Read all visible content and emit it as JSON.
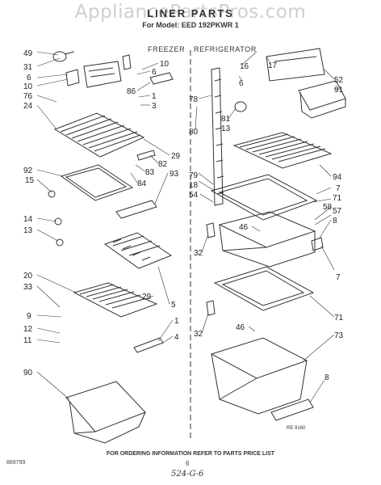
{
  "watermark": "AppliancePartsPros.com",
  "header": {
    "title": "LINER PARTS",
    "model_line": "For Model: EED 192PKWR 1"
  },
  "sections": {
    "freezer": "FREEZER",
    "refrigerator": "REFRIGERATOR"
  },
  "footer": {
    "notice": "FOR ORDERING INFORMATION REFER TO PARTS PRICE LIST",
    "code": "869799",
    "page": "6",
    "handwritten": "524-G-6",
    "revision": "RE 9160"
  },
  "callouts": {
    "freezer": [
      "49",
      "31",
      "6",
      "10",
      "76",
      "24",
      "92",
      "15",
      "14",
      "13",
      "20",
      "33",
      "9",
      "12",
      "11",
      "90",
      "10",
      "6",
      "86",
      "1",
      "3",
      "29",
      "82",
      "83",
      "84",
      "93",
      "29",
      "5",
      "1",
      "4"
    ],
    "refrigerator": [
      "16",
      "17",
      "6",
      "78",
      "80",
      "81",
      "13",
      "79",
      "18",
      "54",
      "46",
      "32",
      "46",
      "32",
      "52",
      "91",
      "94",
      "7",
      "71",
      "58",
      "57",
      "8",
      "7",
      "71",
      "73",
      "8"
    ]
  }
}
